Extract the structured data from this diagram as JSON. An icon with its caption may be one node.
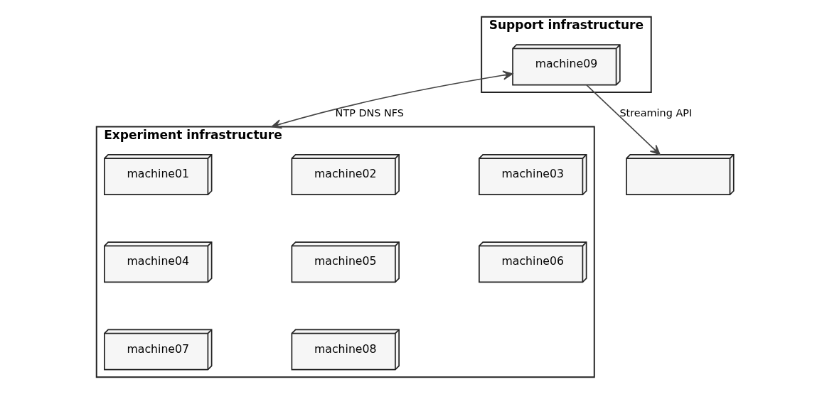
{
  "diagram": {
    "nodes": [
      {
        "text": [
          "Support infrastructure"
        ]
      },
      {
        "text": [
          "machine09"
        ],
        "in": 0
      },
      {
        "text": [
          "Experiment infrastructure"
        ]
      },
      {
        "text": [
          "machine01"
        ],
        "in": 2
      },
      {
        "text": [
          "machine02"
        ],
        "in": 2
      },
      {
        "text": [
          "machine03"
        ],
        "in": 2
      },
      {
        "text": [
          "machine04"
        ],
        "in": 2
      },
      {
        "text": [
          "machine05"
        ],
        "in": 2
      },
      {
        "text": [
          "machine06"
        ],
        "in": 2
      },
      {
        "text": [
          "machine07"
        ],
        "in": 2
      },
      {
        "text": [
          "machine08"
        ],
        "in": 2
      },
      {
        "text": [],
        "shape": "box"
      }
    ],
    "edges": [
      {
        "from": 1,
        "to": 2,
        "arrow": "both",
        "label": "NTP DNS NFS"
      },
      {
        "from": 1,
        "to": 11,
        "arrow": "to",
        "label": "Streaming API"
      }
    ]
  }
}
